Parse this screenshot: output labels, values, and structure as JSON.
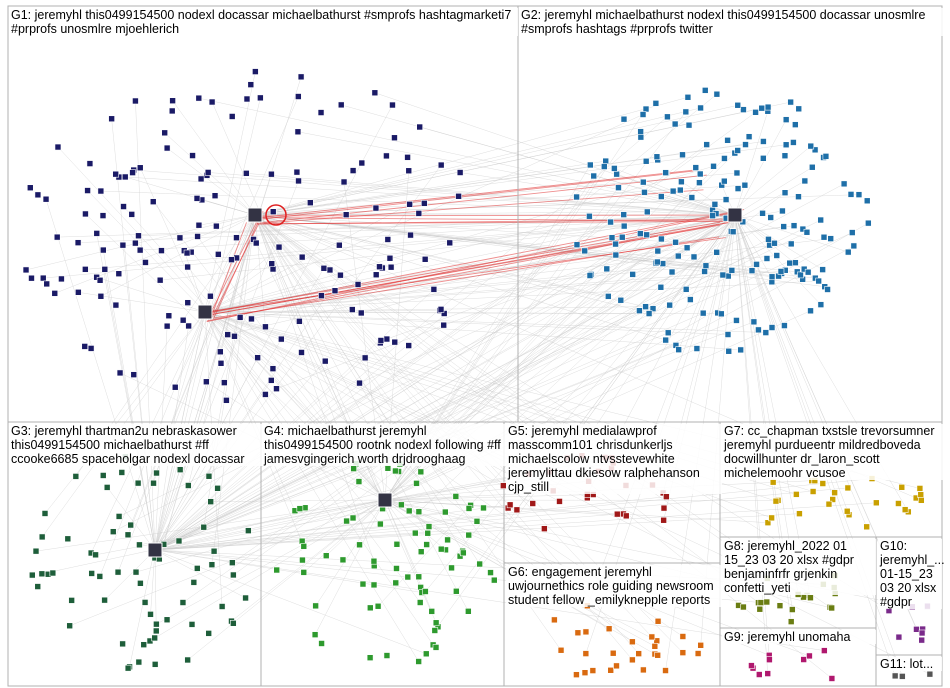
{
  "groups": [
    {
      "id": "G1",
      "label": "G1: jeremyhl this0499154500 nodexl docassar michaelbathurst #smprofs hashtagmarketi7 #prprofs unosmlre mjoehlerich",
      "color": "#1a1a66"
    },
    {
      "id": "G2",
      "label": "G2: jeremyhl michaelbathurst nodexl this0499154500 docassar unosmlre #smprofs hashtags #prprofs twitter",
      "color": "#1e6fa8"
    },
    {
      "id": "G3",
      "label": "G3: jeremyhl thartman2u nebraskasower this0499154500 michaelbathurst #ff ccooke6685 spaceholgar nodexl docassar",
      "color": "#1e5e3a"
    },
    {
      "id": "G4",
      "label": "G4: michaelbathurst jeremyhl this0499154500 rootnk nodexl following #ff jamesvgingerich worth drjdrooghaag",
      "color": "#2e9a2e"
    },
    {
      "id": "G5",
      "label": "G5: jeremyhl medialawprof masscomm101 chrisdunkerljs michaelscolow ntvsstevewhite jeremylittau dkiesow ralphehanson cjp_still",
      "color": "#a01818"
    },
    {
      "id": "G6",
      "label": "G6: engagement jeremyhl uwjournethics role guiding newsroom student fellow _emilyknepple reports",
      "color": "#d96a10"
    },
    {
      "id": "G7",
      "label": "G7: cc_chapman txstsle trevorsumner jeremyhl purdueentr mildredboveda docwillhunter dr_laron_scott michelemoohr vcusoe",
      "color": "#c9a000"
    },
    {
      "id": "G8",
      "label": "G8: jeremyhl_2022 01 15_23 03 20 xlsx #gdpr benjaminfrfr grjenkin confetti_yeti",
      "color": "#6a7d12"
    },
    {
      "id": "G9",
      "label": "G9: jeremyhl unomaha",
      "color": "#b0186e"
    },
    {
      "id": "G10",
      "label": "G10: jeremyhl_... 01-15_23 03 20 xlsx #gdpr",
      "color": "#7a2a8a"
    },
    {
      "id": "G11",
      "label": "G11: lot...",
      "color": "#555555"
    }
  ]
}
